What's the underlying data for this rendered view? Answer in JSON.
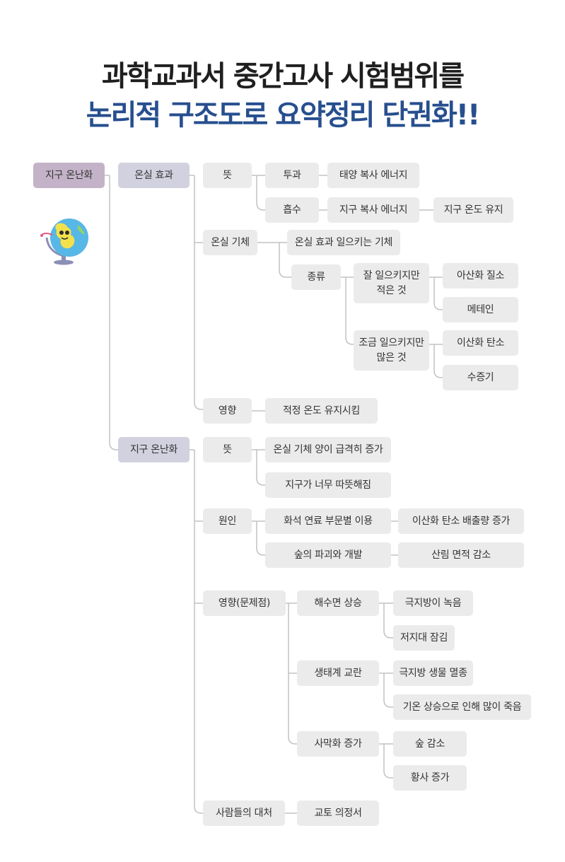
{
  "header": {
    "line1": "과학교과서 중간고사 시험범위를",
    "line2": "논리적 구조도로 요약정리 단권화!!"
  },
  "colors": {
    "root": "#c4b3c8",
    "main": "#d1d1df",
    "node": "#ebebeb",
    "connector": "#c2c2c2",
    "headline_dark": "#1f1f1f",
    "headline_blue": "#274f8f"
  },
  "illustration": {
    "icon": "globe-character-icon"
  },
  "nodes": {
    "root": "지구 온난화",
    "greenhouse_effect": "온실 효과",
    "ge_meaning": "뜻",
    "transmit": "투과",
    "solar_energy": "태양 복사 에너지",
    "absorb": "흡수",
    "earth_energy": "지구 복사 에너지",
    "keep_temp": "지구 온도 유지",
    "gh_gas": "온실 기체",
    "gh_gas_def": "온실 효과 일으키는 기체",
    "kinds": "종류",
    "weak_few": "잘 일으키지만\n적은 것",
    "n2o": "아산화 질소",
    "methane": "메테인",
    "strong_many": "조금 일으키지만\n많은 것",
    "co2": "이산화 탄소",
    "vapor": "수증기",
    "ge_effect": "영향",
    "keep_proper": "적정 온도 유지시킴",
    "global_warming": "지구 온난화",
    "gw_meaning": "뜻",
    "gas_increase": "온실 기체 양이 급격히 증가",
    "too_warm": "지구가 너무 따뜻해짐",
    "cause": "원인",
    "fossil_fuel": "화석 연료 부문별 이용",
    "co2_increase": "이산화 탄소 배출량 증가",
    "deforest": "숲의 파괴와 개발",
    "forest_decrease": "산림 면적 감소",
    "impact": "영향(문제점)",
    "sea_rise": "해수면 상승",
    "ice_melt": "극지방이 녹음",
    "lowland_sink": "저지대 잠김",
    "eco_disrupt": "생태계 교란",
    "polar_extinct": "극지방 생물 멸종",
    "heat_death": "기온 상승으로 인해 많이 죽음",
    "desert": "사막화 증가",
    "forest_loss": "숲 감소",
    "yellow_dust": "황사 증가",
    "response": "사람들의 대처",
    "kyoto": "교토 의정서"
  }
}
